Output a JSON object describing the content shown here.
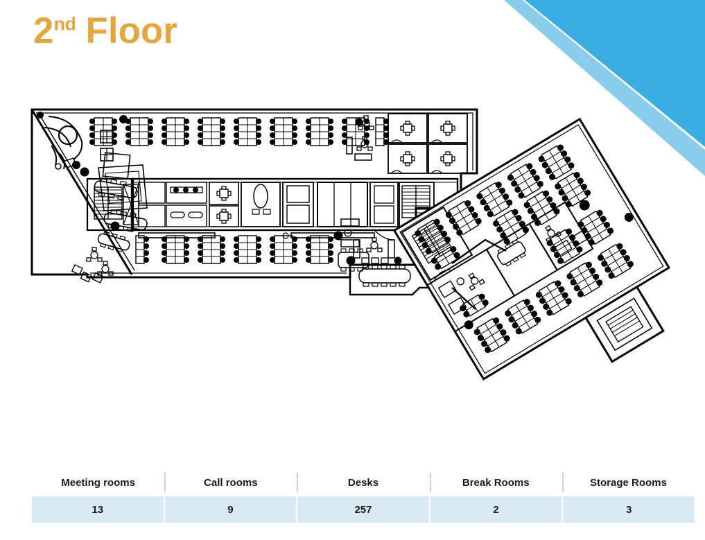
{
  "slide": {
    "title_main": "Floor",
    "title_number": "2",
    "title_ordinal": "nd",
    "accent_color": "#e5a63f",
    "deco_color_dark": "#3aaee3",
    "deco_color_light": "#8accec",
    "table_row_color": "#daeaf4",
    "table_divider_color": "#b9dcee"
  },
  "floorplan": {
    "name": "second-floor-architectural-plan",
    "description": "Black and white CAD office floor plan with desk pods, meeting rooms, call rooms, break rooms and stair cores"
  },
  "stats_table": {
    "headers": [
      "Meeting rooms",
      "Call rooms",
      "Desks",
      "Break Rooms",
      "Storage Rooms"
    ],
    "values": [
      "13",
      "9",
      "257",
      "2",
      "3"
    ]
  },
  "chart_data": {
    "type": "table",
    "title": "2nd Floor",
    "categories": [
      "Meeting rooms",
      "Call rooms",
      "Desks",
      "Break Rooms",
      "Storage Rooms"
    ],
    "values": [
      13,
      9,
      257,
      2,
      3
    ]
  }
}
